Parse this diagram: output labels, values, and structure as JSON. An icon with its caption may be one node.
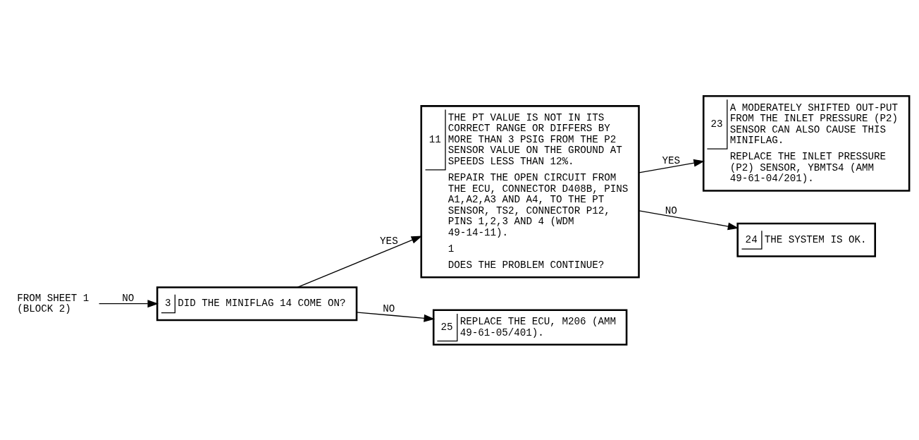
{
  "diagram": {
    "nodes": [
      {
        "text": [
          "FROM SHEET 1 (BLOCK 2)"
        ]
      },
      {
        "text": [
          "3",
          "DID THE MINIFLAG 14 COME ON?"
        ]
      },
      {
        "text": [
          "11",
          "THE PT VALUE IS NOT IN ITS CORRECT RANGE OR DIFFERS BY MORE THAN 3 PSIG FROM THE P2 SENSOR VALUE ON THE GROUND AT SPEEDS LESS THAN 12%.",
          "REPAIR THE OPEN CIRCUIT FROM THE ECU, CONNECTOR D408B, PINS A1,A2,A3 AND A4, TO THE PT SENSOR, TS2, CONNECTOR P12, PINS 1,2,3 AND 4 (WDM 49-14-11).",
          "1",
          "DOES THE PROBLEM CONTINUE?"
        ]
      },
      {
        "text": [
          "23",
          "A MODERATELY SHIFTED OUT-PUT FROM THE INLET PRESSURE (P2) SENSOR CAN ALSO CAUSE THIS MINIFLAG.",
          "REPLACE THE INLET PRESSURE (P2) SENSOR, YBMTS4 (AMM 49-61-04/201)."
        ]
      },
      {
        "text": [
          "24",
          "THE SYSTEM IS OK."
        ]
      },
      {
        "text": [
          "25",
          "REPLACE THE ECU, M206 (AMM 49-61-05/401)."
        ]
      }
    ],
    "edges": [
      {
        "from": 0,
        "to": 1,
        "arrow": "to",
        "label": "NO"
      },
      {
        "from": 1,
        "to": 2,
        "arrow": "to",
        "label": "YES"
      },
      {
        "from": 2,
        "to": 3,
        "arrow": "to",
        "label": "YES"
      },
      {
        "from": 2,
        "to": 4,
        "arrow": "to",
        "label": "NO"
      },
      {
        "from": 1,
        "to": 5,
        "arrow": "to",
        "label": "NO"
      }
    ]
  }
}
